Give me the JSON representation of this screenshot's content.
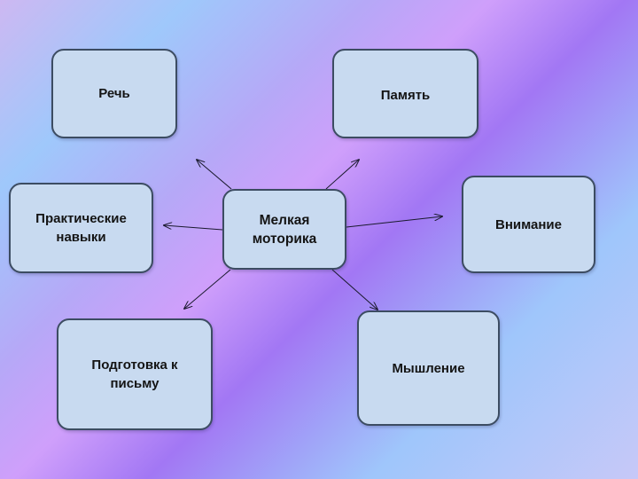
{
  "diagram": {
    "center": "Мелкая\nмоторика",
    "nodes": {
      "speech": "Речь",
      "memory": "Память",
      "skills": "Практические\nнавыки",
      "attention": "Внимание",
      "writing": "Подготовка к\nписьму",
      "thinking": "Мышление"
    },
    "colors": {
      "node_fill": "#c8daf0",
      "node_border": "#3c4c62",
      "arrow": "#1a1a2e"
    }
  }
}
